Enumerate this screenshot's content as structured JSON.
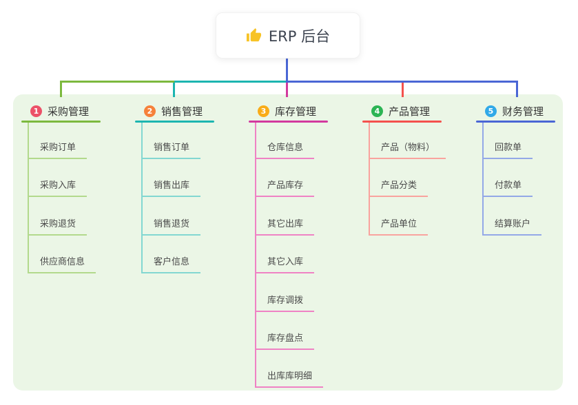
{
  "root": {
    "title": "ERP 后台",
    "icon": "thumbs-up-icon",
    "icon_color": "#f7c326",
    "text_color": "#3d4450",
    "box_color": "#ffffff"
  },
  "panel": {
    "background": "#ebf6e6"
  },
  "connector": {
    "stem_color": "#4a66d5"
  },
  "branches": [
    {
      "number": "1",
      "label": "采购管理",
      "color": "#7cb93e",
      "light_color": "#b2d98c",
      "badge_color": "#ec5168",
      "children": [
        "采购订单",
        "采购入库",
        "采购退货",
        "供应商信息"
      ]
    },
    {
      "number": "2",
      "label": "销售管理",
      "color": "#1cb5b0",
      "light_color": "#82d7d1",
      "badge_color": "#f6813a",
      "children": [
        "销售订单",
        "销售出库",
        "销售退货",
        "客户信息"
      ]
    },
    {
      "number": "3",
      "label": "库存管理",
      "color": "#d2399e",
      "light_color": "#ef82c4",
      "badge_color": "#f9ac18",
      "children": [
        "仓库信息",
        "产品库存",
        "其它出库",
        "其它入库",
        "库存调拨",
        "库存盘点",
        "出库库明细"
      ]
    },
    {
      "number": "4",
      "label": "产品管理",
      "color": "#f4514d",
      "light_color": "#f9a39e",
      "badge_color": "#2cb454",
      "children": [
        "产品（物料）",
        "产品分类",
        "产品单位"
      ]
    },
    {
      "number": "5",
      "label": "财务管理",
      "color": "#4a66d5",
      "light_color": "#93a8e7",
      "badge_color": "#31a9e8",
      "children": [
        "回款单",
        "付款单",
        "结算账户"
      ]
    }
  ]
}
